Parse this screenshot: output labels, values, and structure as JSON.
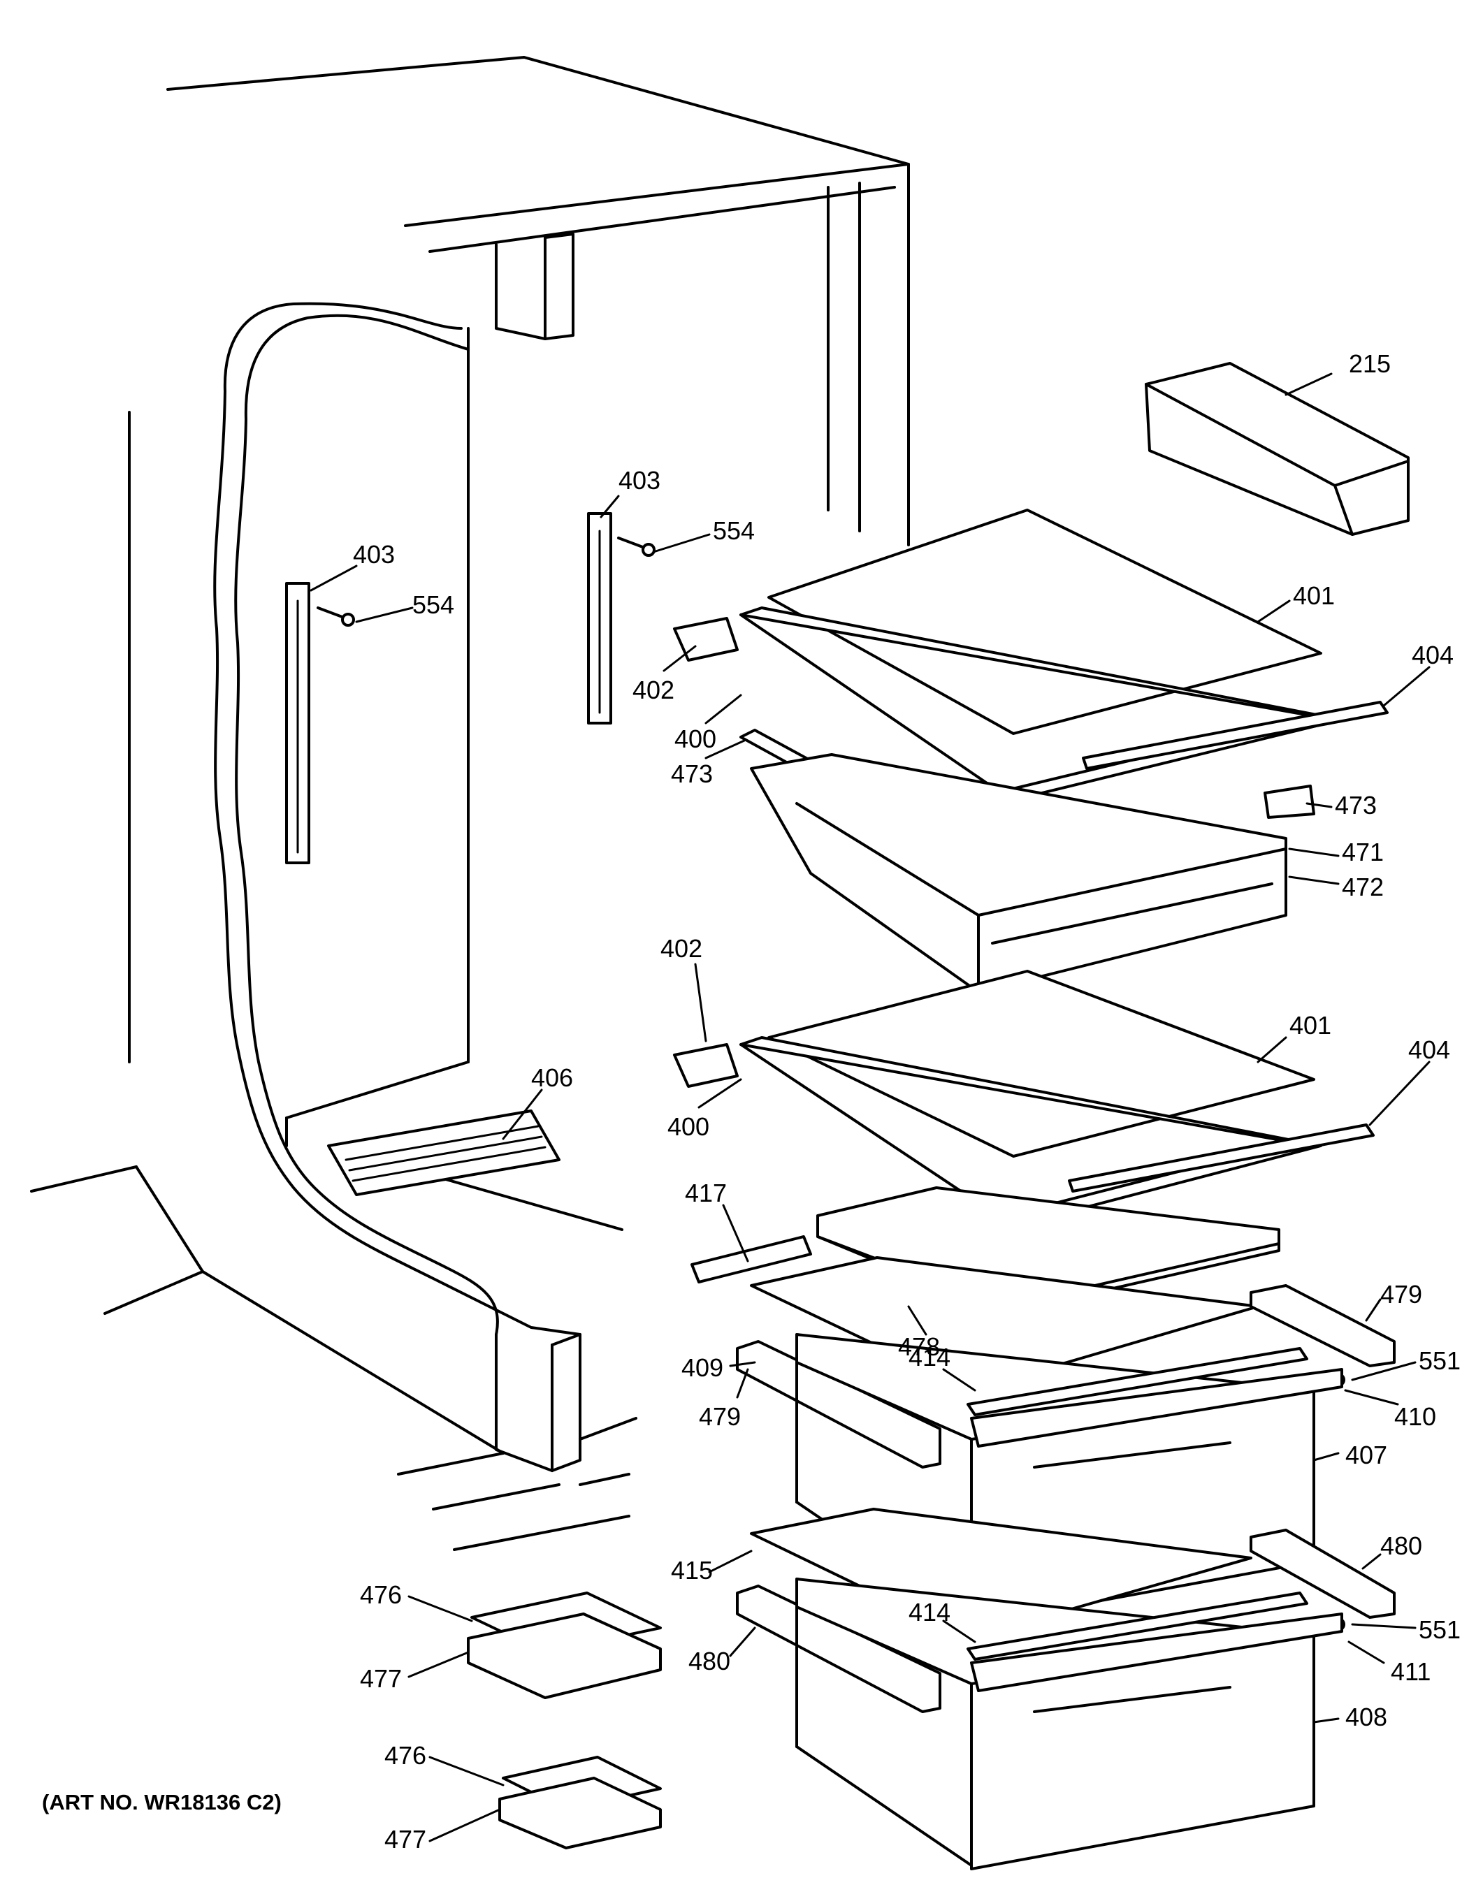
{
  "art_number": "(ART NO. WR18136 C2)",
  "callouts": [
    {
      "id": "c215a",
      "text": "215"
    },
    {
      "id": "c403a",
      "text": "403"
    },
    {
      "id": "c554a",
      "text": "554"
    },
    {
      "id": "c403b",
      "text": "403"
    },
    {
      "id": "c554b",
      "text": "554"
    },
    {
      "id": "c401a",
      "text": "401"
    },
    {
      "id": "c404a",
      "text": "404"
    },
    {
      "id": "c402a",
      "text": "402"
    },
    {
      "id": "c400a",
      "text": "400"
    },
    {
      "id": "c473a",
      "text": "473"
    },
    {
      "id": "c473b",
      "text": "473"
    },
    {
      "id": "c471",
      "text": "471"
    },
    {
      "id": "c472",
      "text": "472"
    },
    {
      "id": "c402b",
      "text": "402"
    },
    {
      "id": "c401b",
      "text": "401"
    },
    {
      "id": "c404b",
      "text": "404"
    },
    {
      "id": "c400b",
      "text": "400"
    },
    {
      "id": "c406",
      "text": "406"
    },
    {
      "id": "c417",
      "text": "417"
    },
    {
      "id": "c409",
      "text": "409"
    },
    {
      "id": "c478",
      "text": "478"
    },
    {
      "id": "c479a",
      "text": "479"
    },
    {
      "id": "c551a",
      "text": "551"
    },
    {
      "id": "c414a",
      "text": "414"
    },
    {
      "id": "c479b",
      "text": "479"
    },
    {
      "id": "c410",
      "text": "410"
    },
    {
      "id": "c407",
      "text": "407"
    },
    {
      "id": "c415",
      "text": "415"
    },
    {
      "id": "c480a",
      "text": "480"
    },
    {
      "id": "c551b",
      "text": "551"
    },
    {
      "id": "c414b",
      "text": "414"
    },
    {
      "id": "c480b",
      "text": "480"
    },
    {
      "id": "c411",
      "text": "411"
    },
    {
      "id": "c408",
      "text": "408"
    },
    {
      "id": "c476a",
      "text": "476"
    },
    {
      "id": "c477a",
      "text": "477"
    },
    {
      "id": "c476b",
      "text": "476"
    },
    {
      "id": "c477b",
      "text": "477"
    }
  ]
}
